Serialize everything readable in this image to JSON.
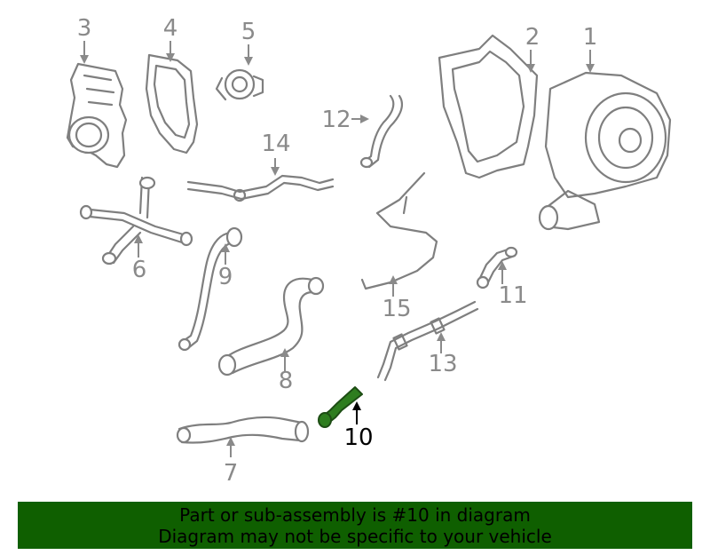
{
  "diagram": {
    "callouts": [
      "1",
      "2",
      "3",
      "4",
      "5",
      "6",
      "7",
      "8",
      "9",
      "10",
      "11",
      "12",
      "13",
      "14",
      "15"
    ],
    "highlighted": "10",
    "highlight_color": "#2e7d1f",
    "line_color": "#7f7f7f"
  },
  "banner": {
    "line1": "Part or sub-assembly is #10 in diagram",
    "line2": "Diagram may not be specific to your vehicle",
    "background": "#0f5f00"
  }
}
